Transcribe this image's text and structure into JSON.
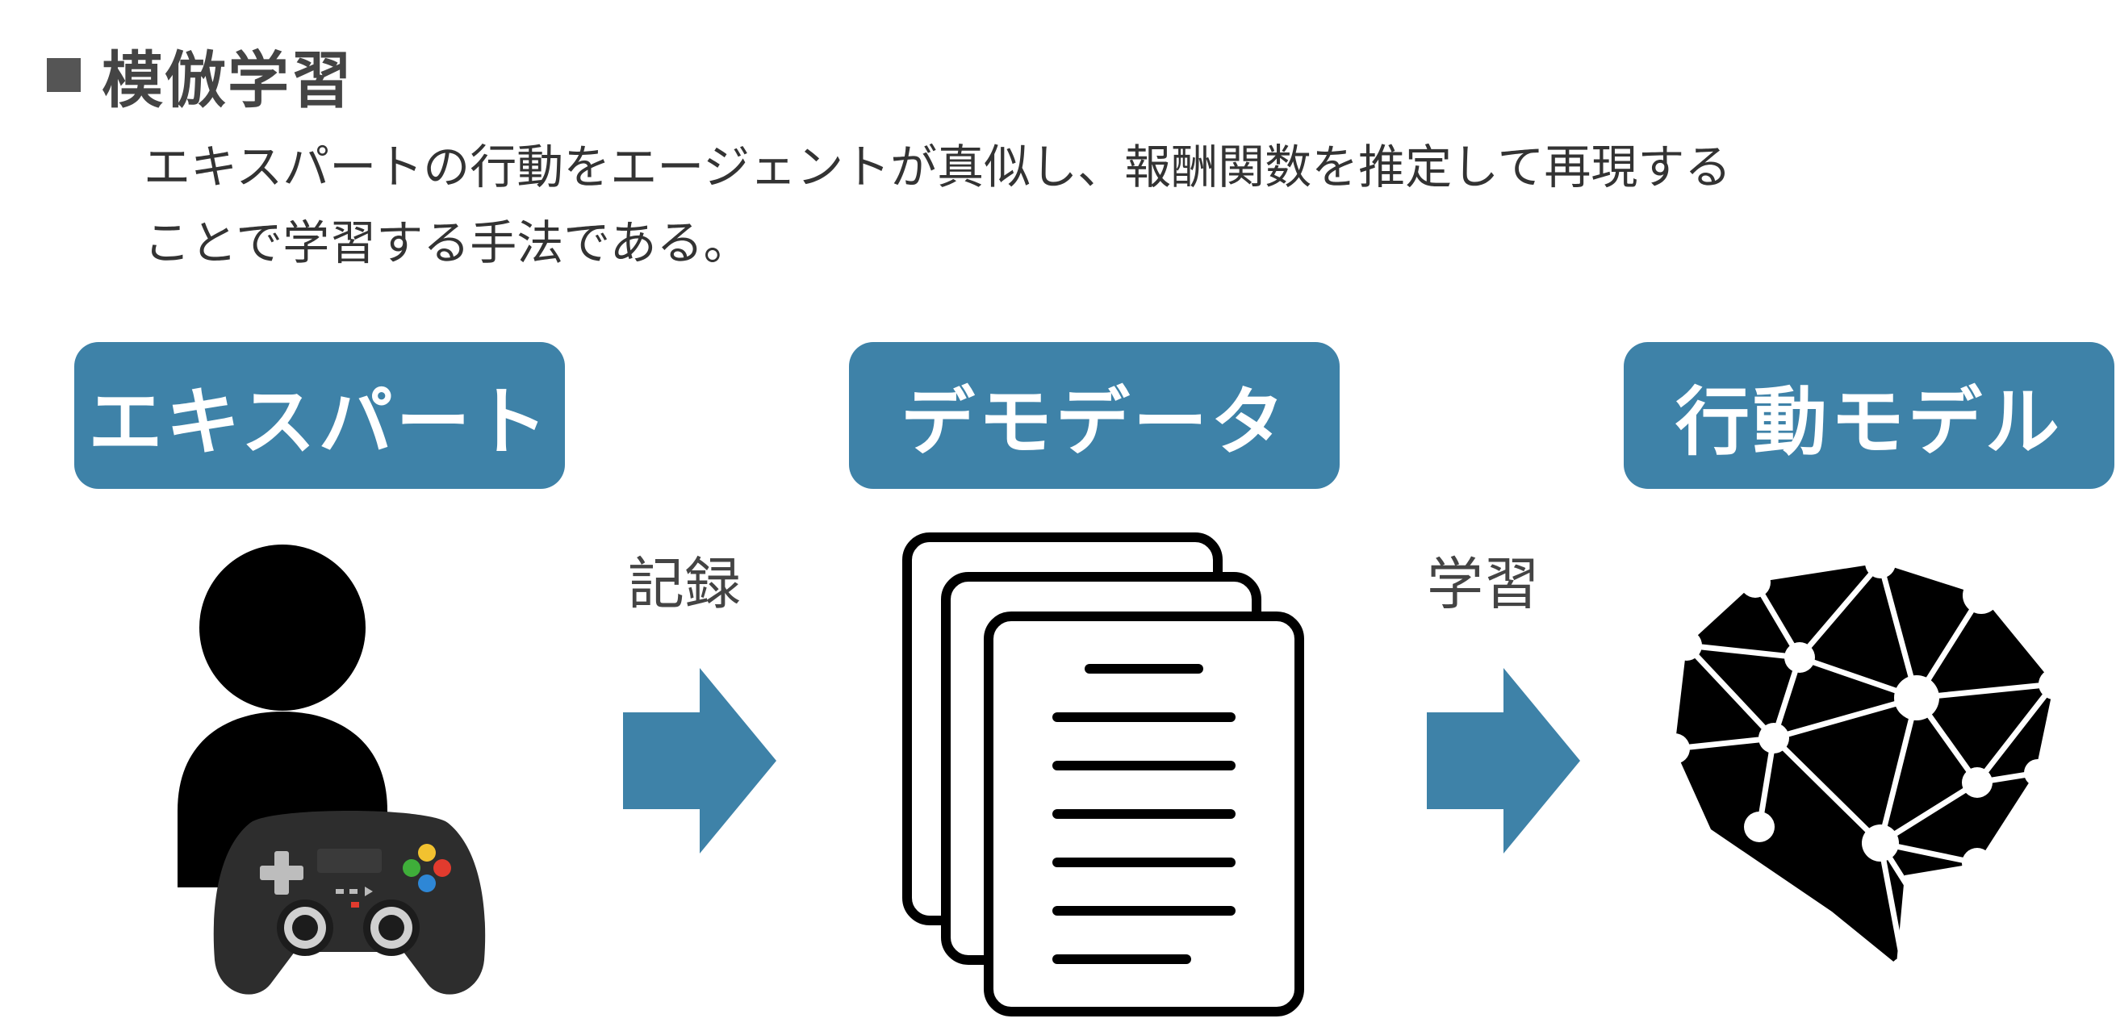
{
  "title": "模倣学習",
  "description": {
    "line1": "エキスパートの行動をエージェントが真似し、報酬関数を推定して再現する",
    "line2": "ことで学習する手法である。"
  },
  "stages": {
    "expert": "エキスパート",
    "demo_data": "デモデータ",
    "behavior_model": "行動モデル"
  },
  "arrows": {
    "record": "記録",
    "learn": "学習"
  },
  "colors": {
    "accent": "#3e82a8",
    "title_square": "#555555"
  },
  "icons": {
    "expert": "person-with-gamepad-icon",
    "demo_data": "documents-stack-icon",
    "behavior_model": "neural-brain-icon",
    "arrow": "right-arrow-icon"
  }
}
